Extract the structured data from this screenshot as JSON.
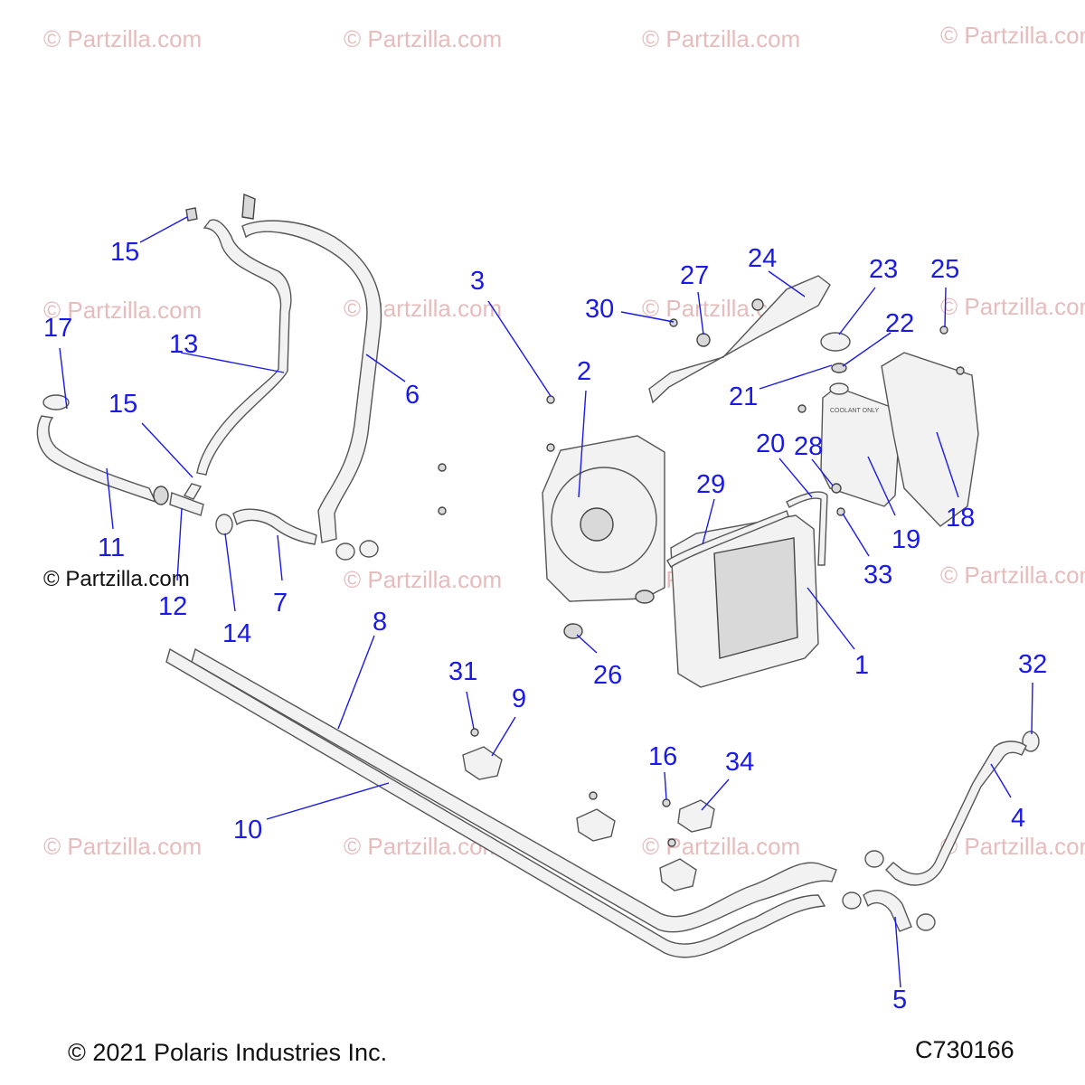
{
  "watermark": "© Partzilla.com",
  "watermark_dark": "© Partzilla.com",
  "copyright": "© 2021 Polaris Industries Inc.",
  "diagram_code": "C730166",
  "callouts": [
    {
      "id": "c1",
      "label": "1"
    },
    {
      "id": "c2",
      "label": "2"
    },
    {
      "id": "c3",
      "label": "3"
    },
    {
      "id": "c4",
      "label": "4"
    },
    {
      "id": "c5",
      "label": "5"
    },
    {
      "id": "c6",
      "label": "6"
    },
    {
      "id": "c7",
      "label": "7"
    },
    {
      "id": "c8",
      "label": "8"
    },
    {
      "id": "c9",
      "label": "9"
    },
    {
      "id": "c10",
      "label": "10"
    },
    {
      "id": "c11",
      "label": "11"
    },
    {
      "id": "c12",
      "label": "12"
    },
    {
      "id": "c13",
      "label": "13"
    },
    {
      "id": "c14",
      "label": "14"
    },
    {
      "id": "c15a",
      "label": "15"
    },
    {
      "id": "c15b",
      "label": "15"
    },
    {
      "id": "c16",
      "label": "16"
    },
    {
      "id": "c17",
      "label": "17"
    },
    {
      "id": "c18",
      "label": "18"
    },
    {
      "id": "c19",
      "label": "19"
    },
    {
      "id": "c20",
      "label": "20"
    },
    {
      "id": "c21",
      "label": "21"
    },
    {
      "id": "c22",
      "label": "22"
    },
    {
      "id": "c23",
      "label": "23"
    },
    {
      "id": "c24",
      "label": "24"
    },
    {
      "id": "c25",
      "label": "25"
    },
    {
      "id": "c26",
      "label": "26"
    },
    {
      "id": "c27",
      "label": "27"
    },
    {
      "id": "c28",
      "label": "28"
    },
    {
      "id": "c29",
      "label": "29"
    },
    {
      "id": "c30",
      "label": "30"
    },
    {
      "id": "c31",
      "label": "31"
    },
    {
      "id": "c32",
      "label": "32"
    },
    {
      "id": "c33",
      "label": "33"
    },
    {
      "id": "c34",
      "label": "34"
    }
  ],
  "coolant_label": "COOLANT ONLY"
}
